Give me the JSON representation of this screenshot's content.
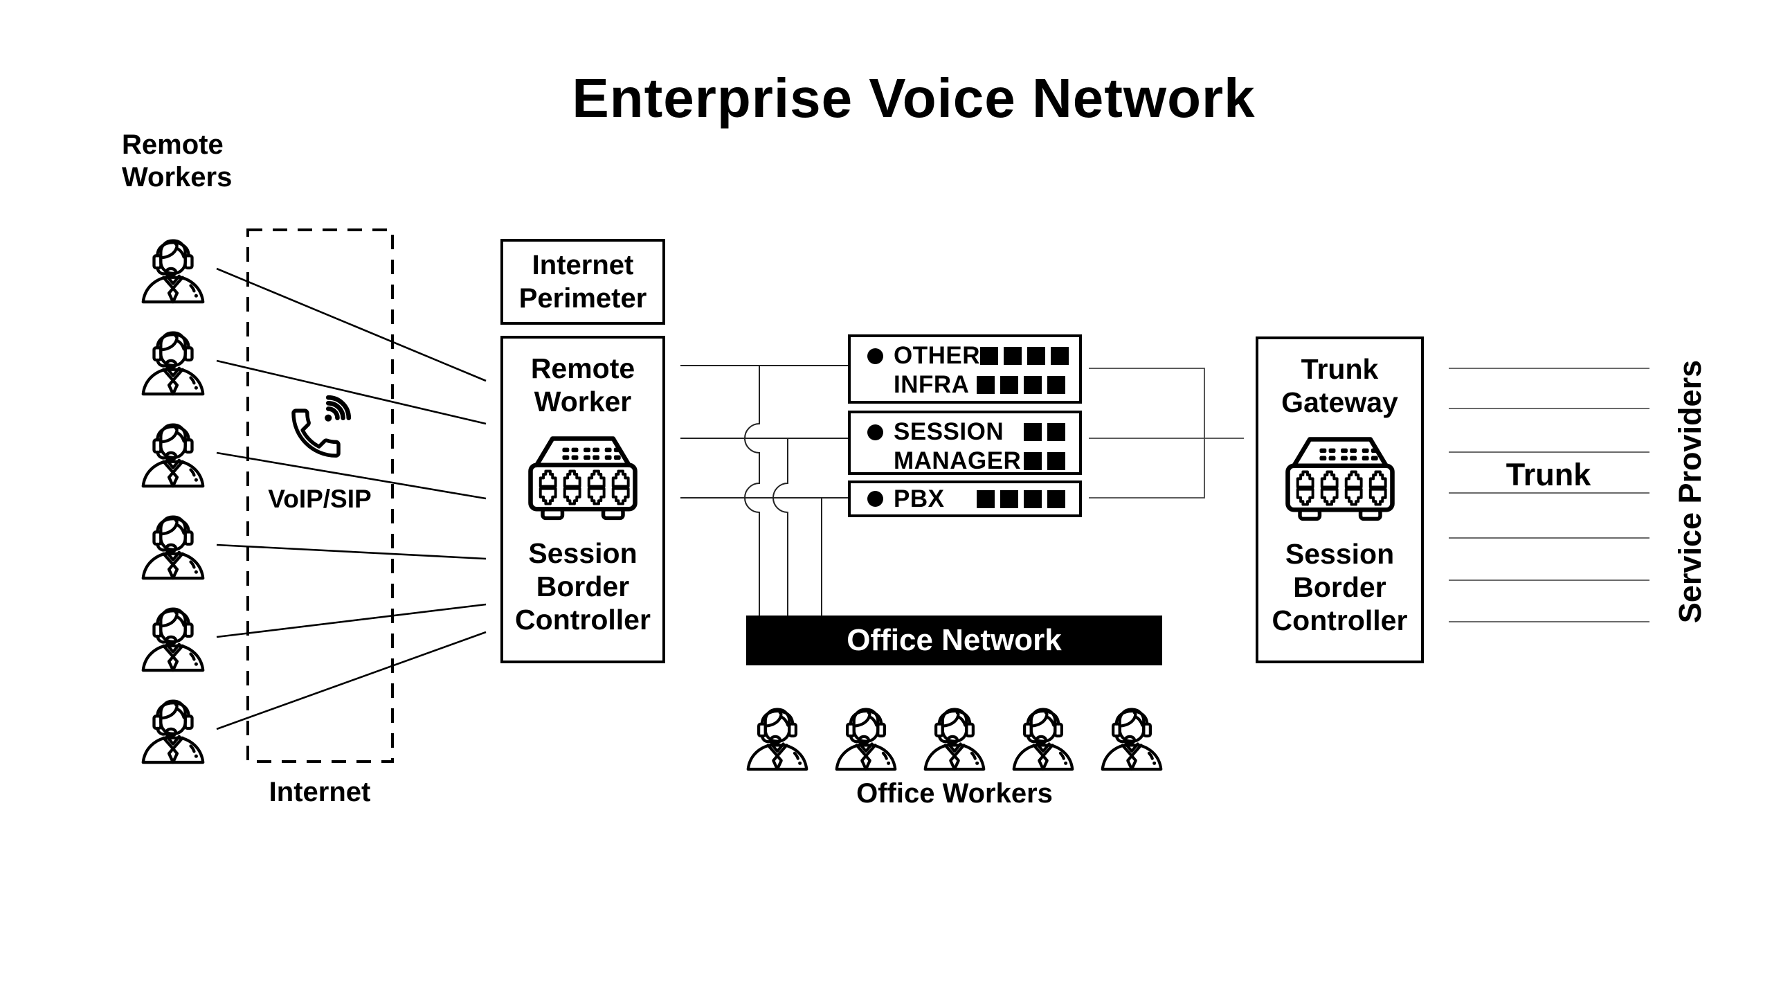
{
  "title": "Enterprise Voice Network",
  "remote_workers": {
    "label": "Remote Workers",
    "count": 6
  },
  "internet_cloud": {
    "label": "Internet",
    "voip_label": "VoIP/SIP"
  },
  "perimeter": {
    "label": "Internet Perimeter"
  },
  "sbc_left": {
    "top_label": "Remote Worker",
    "bottom_label": "Session Border Controller"
  },
  "servers": [
    {
      "rows": [
        {
          "bullet": true,
          "label": "OTHER",
          "squares": 4
        },
        {
          "bullet": false,
          "label": "INFRA",
          "squares": 4
        }
      ]
    },
    {
      "rows": [
        {
          "bullet": true,
          "label": "SESSION",
          "squares": 2
        },
        {
          "bullet": false,
          "label": "MANAGER",
          "squares": 2
        }
      ]
    },
    {
      "rows": [
        {
          "bullet": true,
          "label": "PBX",
          "squares": 4
        }
      ]
    }
  ],
  "office": {
    "network_label": "Office Network",
    "workers_label": "Office Workers",
    "count": 5
  },
  "trunk_gateway": {
    "top_label": "Trunk Gateway",
    "bottom_label": "Session Border Controller"
  },
  "trunk": {
    "label": "Trunk",
    "line_count": 7,
    "provider_label": "Service Providers"
  },
  "colors": {
    "ink": "#000000",
    "bar_bg": "#000000",
    "bar_text": "#ffffff",
    "thin_line": "#555555"
  }
}
